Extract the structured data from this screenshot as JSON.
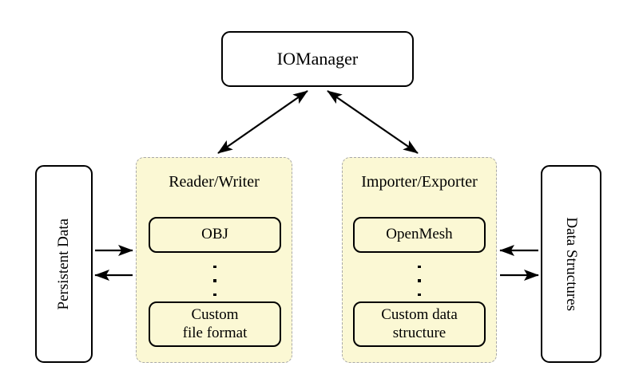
{
  "diagram": {
    "title_node": {
      "label": "IOManager"
    },
    "left_endpoint": {
      "label": "Persistent Data"
    },
    "right_endpoint": {
      "label": "Data Structures"
    },
    "panels": [
      {
        "id": "reader-writer",
        "title": "Reader/Writer",
        "items": [
          {
            "label": "OBJ"
          },
          {
            "label": "Custom\nfile format",
            "line1": "Custom",
            "line2": "file format"
          }
        ],
        "ellipsis": "⋮"
      },
      {
        "id": "importer-exporter",
        "title": "Importer/Exporter",
        "items": [
          {
            "label": "OpenMesh"
          },
          {
            "label": "Custom data\nstructure",
            "line1": "Custom data",
            "line2": "structure"
          }
        ],
        "ellipsis": "⋮"
      }
    ],
    "connections": [
      {
        "from": "IOManager",
        "to": "Reader/Writer",
        "style": "double-headed-arrow"
      },
      {
        "from": "IOManager",
        "to": "Importer/Exporter",
        "style": "double-headed-arrow"
      },
      {
        "from": "Persistent Data",
        "to": "Reader/Writer",
        "style": "arrow-right"
      },
      {
        "from": "Reader/Writer",
        "to": "Persistent Data",
        "style": "arrow-left"
      },
      {
        "from": "Importer/Exporter",
        "to": "Data Structures",
        "style": "arrow-right"
      },
      {
        "from": "Data Structures",
        "to": "Importer/Exporter",
        "style": "arrow-left"
      }
    ],
    "colors": {
      "panel_fill": "#fbf8d4",
      "panel_border": "#a9a9a9",
      "node_border": "#000000",
      "node_fill": "#ffffff",
      "background": "#ffffff"
    }
  }
}
